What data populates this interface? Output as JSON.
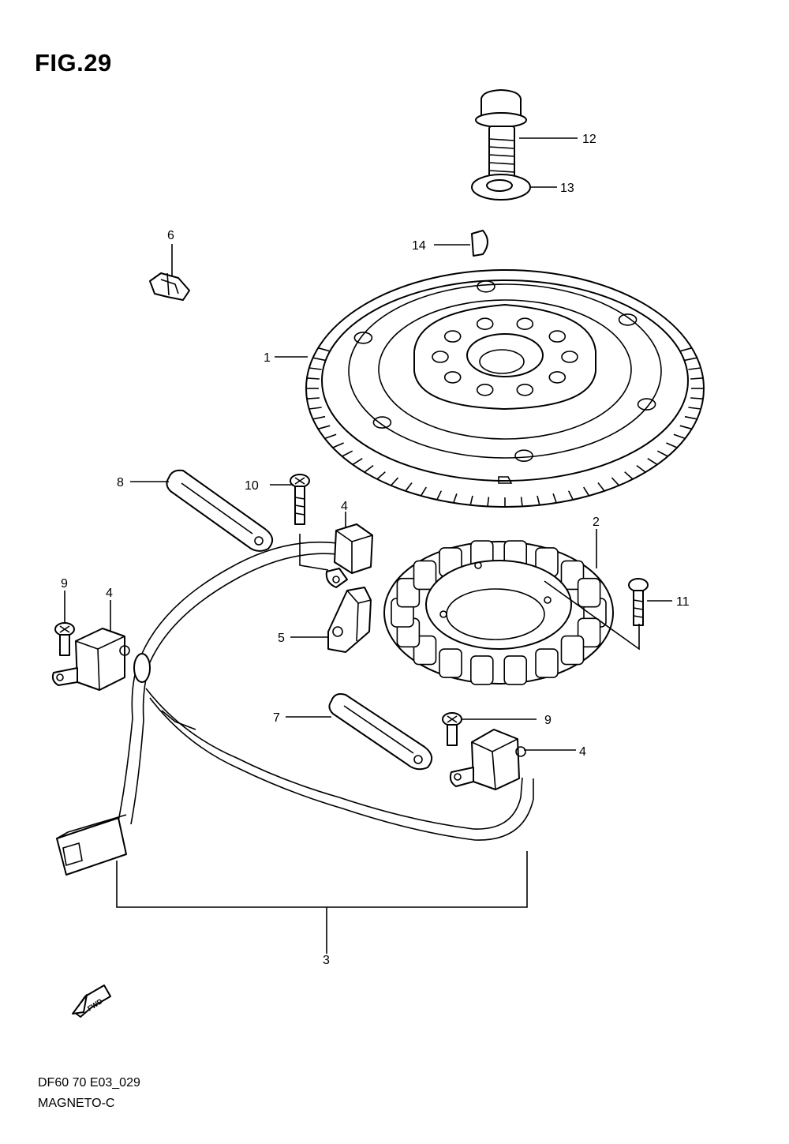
{
  "figure": {
    "title": "FIG.29",
    "code": "DF60 70 E03_029",
    "name": "MAGNETO-C"
  },
  "callouts": [
    {
      "id": "c1",
      "label": "1"
    },
    {
      "id": "c2",
      "label": "2"
    },
    {
      "id": "c3",
      "label": "3"
    },
    {
      "id": "c4a",
      "label": "4"
    },
    {
      "id": "c4b",
      "label": "4"
    },
    {
      "id": "c4c",
      "label": "4"
    },
    {
      "id": "c5",
      "label": "5"
    },
    {
      "id": "c6",
      "label": "6"
    },
    {
      "id": "c7",
      "label": "7"
    },
    {
      "id": "c8",
      "label": "8"
    },
    {
      "id": "c9a",
      "label": "9"
    },
    {
      "id": "c9b",
      "label": "9"
    },
    {
      "id": "c10",
      "label": "10"
    },
    {
      "id": "c11",
      "label": "11"
    },
    {
      "id": "c12",
      "label": "12"
    },
    {
      "id": "c13",
      "label": "13"
    },
    {
      "id": "c14",
      "label": "14"
    }
  ],
  "direction_marker": {
    "text": "FWD",
    "icon": "forward-arrow-icon"
  }
}
